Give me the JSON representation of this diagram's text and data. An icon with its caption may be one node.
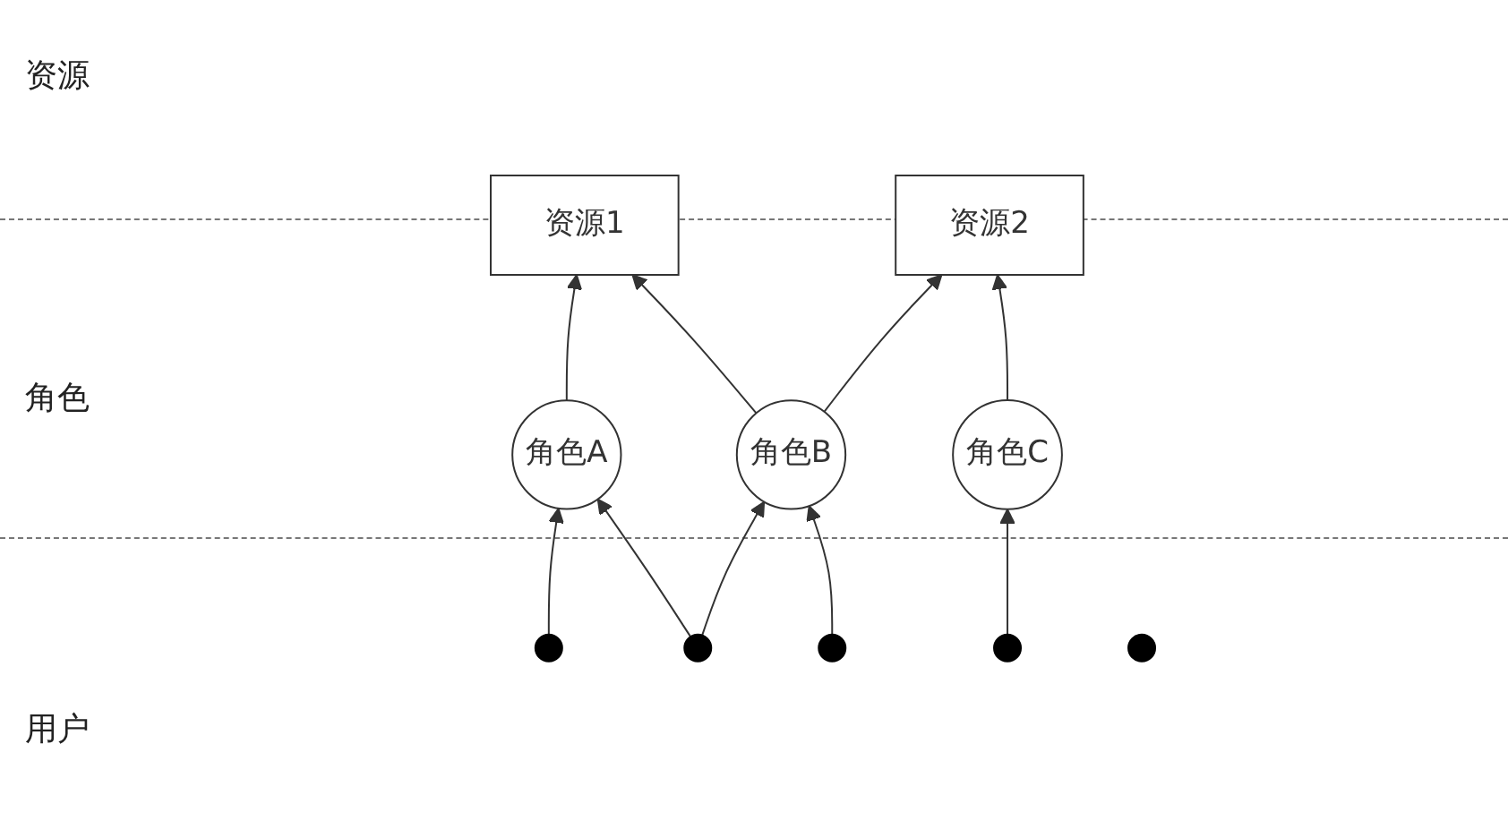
{
  "diagram": {
    "nodes": [
      {
        "text": [
          "资源1"
        ]
      },
      {
        "text": [
          "资源2"
        ]
      },
      {
        "text": [
          "角色A"
        ]
      },
      {
        "text": [
          "角色B"
        ]
      },
      {
        "text": [
          "角色C"
        ]
      },
      {
        "text": [],
        "shape": "person"
      },
      {
        "text": [],
        "shape": "person"
      },
      {
        "text": [],
        "shape": "person"
      },
      {
        "text": [],
        "shape": "person"
      },
      {
        "text": [],
        "shape": "person"
      }
    ],
    "edges": [
      {
        "from": 2,
        "to": 0,
        "arrow": "to"
      },
      {
        "from": 3,
        "to": 0,
        "arrow": "to"
      },
      {
        "from": 3,
        "to": 1,
        "arrow": "to"
      },
      {
        "from": 4,
        "to": 1,
        "arrow": "to"
      },
      {
        "from": 5,
        "to": 2,
        "arrow": "to"
      },
      {
        "from": 6,
        "to": 2,
        "arrow": "to"
      },
      {
        "from": 6,
        "to": 3,
        "arrow": "to"
      },
      {
        "from": 7,
        "to": 3,
        "arrow": "to"
      },
      {
        "from": 8,
        "to": 4,
        "arrow": "to"
      }
    ],
    "labels": [
      "资源",
      "角色",
      "用户"
    ]
  }
}
